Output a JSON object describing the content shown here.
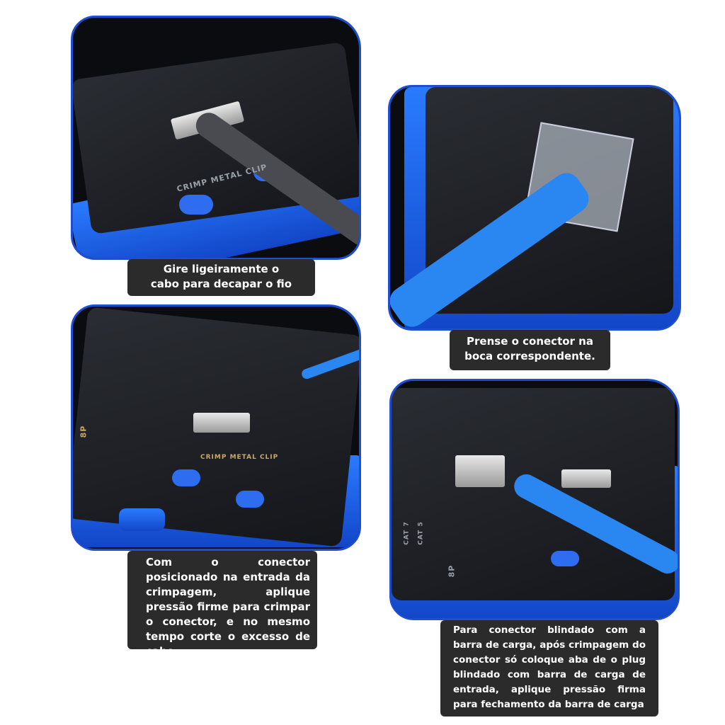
{
  "accent_color": "#1f4fd0",
  "caption_bg": "#2b2b2b",
  "panels": [
    {
      "caption": "Gire ligeiramente o cabo para decapar o fio",
      "print": "CRIMP METAL CLIP"
    },
    {
      "caption": "Prense o conector na boca correspondente."
    },
    {
      "caption": "Com o conector posicionado na entrada da crimpagem, aplique pressão firme para crimpar o conector, e no mesmo tempo corte o excesso de cabo.",
      "print": "CRIMP METAL CLIP",
      "print2": "8P"
    },
    {
      "caption": "Para conector blindado com a barra de carga, após crimpagem do conector só coloque aba de o plug blindado com barra de carga de entrada, aplique pressão firma para fechamento da barra de carga",
      "print": "8P",
      "print2": "CAT 7",
      "print3": "CAT 5"
    }
  ]
}
